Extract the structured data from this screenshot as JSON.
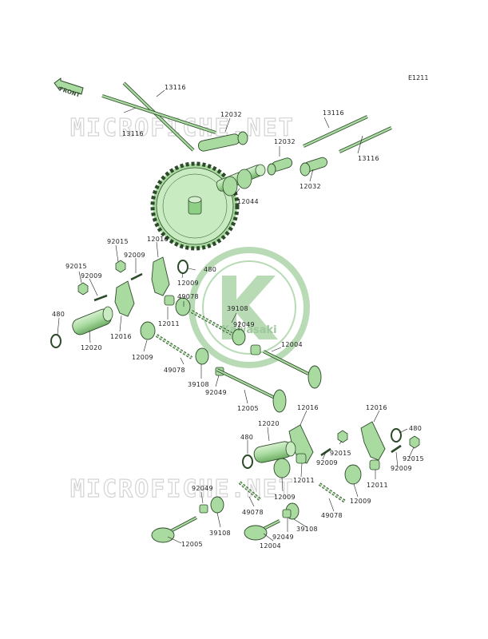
{
  "diagram_code": "E1211",
  "front_arrow": {
    "label": "FRONT"
  },
  "watermark": {
    "text": "MICROFICHE.NET",
    "logo_text": "Kawasaki"
  },
  "colors": {
    "part_fill": "#a9dba0",
    "part_stroke": "#2d4a2a",
    "watermark_green": "#7fbf7a",
    "watermark_grey": "#cfcfcf"
  },
  "labels": [
    "13116",
    "13116",
    "12032",
    "13116",
    "12032",
    "13116",
    "12032",
    "12044",
    "92015",
    "92009",
    "12016",
    "92015",
    "92009",
    "480",
    "12009",
    "12016",
    "480",
    "12020",
    "12011",
    "49078",
    "39108",
    "92049",
    "12009",
    "12004",
    "49078",
    "39108",
    "92049",
    "12005",
    "12016",
    "12016",
    "480",
    "12020",
    "480",
    "92015",
    "92009",
    "92015",
    "92009",
    "12011",
    "12011",
    "12009",
    "12009",
    "49078",
    "92049",
    "39108",
    "12005",
    "49078",
    "39108",
    "92049",
    "12004"
  ]
}
